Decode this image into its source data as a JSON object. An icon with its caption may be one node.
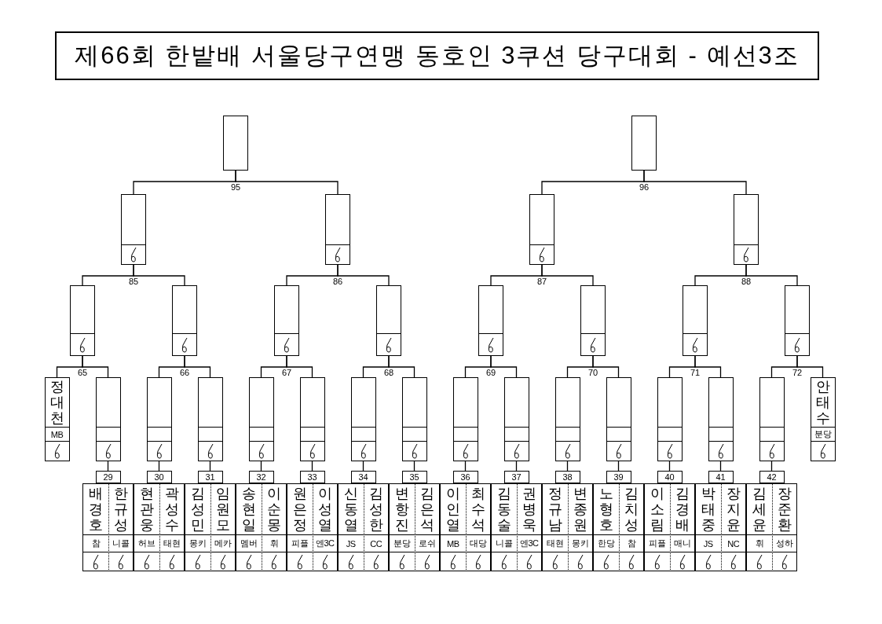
{
  "diagram": {
    "title": "제66회 한밭배 서울당구연맹 동호인 3쿠션 당구대회 - 예선3조",
    "nodes": [
      {
        "text": [],
        "shape": "box"
      },
      {
        "text": [],
        "shape": "box"
      },
      {
        "text": [],
        "shape": "box"
      },
      {
        "text": [],
        "shape": "box"
      },
      {
        "text": [],
        "shape": "box"
      },
      {
        "text": [],
        "shape": "box"
      },
      {
        "text": [],
        "shape": "box"
      },
      {
        "text": [],
        "shape": "box"
      },
      {
        "text": [],
        "shape": "box"
      },
      {
        "text": [],
        "shape": "box"
      },
      {
        "text": [],
        "shape": "box"
      },
      {
        "text": [],
        "shape": "box"
      },
      {
        "text": [],
        "shape": "box"
      },
      {
        "text": [],
        "shape": "box"
      },
      {
        "text": [
          "정대천",
          "MB"
        ]
      },
      {
        "text": [],
        "shape": "box"
      },
      {
        "text": [],
        "shape": "box"
      },
      {
        "text": [],
        "shape": "box"
      },
      {
        "text": [],
        "shape": "box"
      },
      {
        "text": [],
        "shape": "box"
      },
      {
        "text": [],
        "shape": "box"
      },
      {
        "text": [],
        "shape": "box"
      },
      {
        "text": [],
        "shape": "box"
      },
      {
        "text": [],
        "shape": "box"
      },
      {
        "text": [],
        "shape": "box"
      },
      {
        "text": [],
        "shape": "box"
      },
      {
        "text": [],
        "shape": "box"
      },
      {
        "text": [],
        "shape": "box"
      },
      {
        "text": [],
        "shape": "box"
      },
      {
        "text": [
          "안태수",
          "분당"
        ]
      },
      {
        "text": [
          "29"
        ]
      },
      {
        "text": [
          "30"
        ]
      },
      {
        "text": [
          "31"
        ]
      },
      {
        "text": [
          "32"
        ]
      },
      {
        "text": [
          "33"
        ]
      },
      {
        "text": [
          "34"
        ]
      },
      {
        "text": [
          "35"
        ]
      },
      {
        "text": [
          "36"
        ]
      },
      {
        "text": [
          "37"
        ]
      },
      {
        "text": [
          "38"
        ]
      },
      {
        "text": [
          "39"
        ]
      },
      {
        "text": [
          "40"
        ]
      },
      {
        "text": [
          "41"
        ]
      },
      {
        "text": [
          "42"
        ]
      },
      {
        "text": [
          "배경호",
          "참"
        ]
      },
      {
        "text": [
          "한규성",
          "니콜"
        ]
      },
      {
        "text": [
          "현관웅",
          "허브"
        ]
      },
      {
        "text": [
          "곽성수",
          "태현"
        ]
      },
      {
        "text": [
          "김성민",
          "몽키"
        ]
      },
      {
        "text": [
          "임원모",
          "메카"
        ]
      },
      {
        "text": [
          "송현일",
          "멤버"
        ]
      },
      {
        "text": [
          "이순몽",
          "휘"
        ]
      },
      {
        "text": [
          "원은정",
          "피플"
        ]
      },
      {
        "text": [
          "이성열",
          "엔3C"
        ]
      },
      {
        "text": [
          "신동열",
          "JS"
        ]
      },
      {
        "text": [
          "김성한",
          "CC"
        ]
      },
      {
        "text": [
          "변항진",
          "분당"
        ]
      },
      {
        "text": [
          "김은석",
          "로쉬"
        ]
      },
      {
        "text": [
          "이인열",
          "MB"
        ]
      },
      {
        "text": [
          "최수석",
          "대당"
        ]
      },
      {
        "text": [
          "김동술",
          "니콜"
        ]
      },
      {
        "text": [
          "권병욱",
          "엔3C"
        ]
      },
      {
        "text": [
          "정규남",
          "태현"
        ]
      },
      {
        "text": [
          "변종원",
          "몽키"
        ]
      },
      {
        "text": [
          "노형호",
          "한당"
        ]
      },
      {
        "text": [
          "김치성",
          "참"
        ]
      },
      {
        "text": [
          "이소림",
          "피플"
        ]
      },
      {
        "text": [
          "김경배",
          "매니"
        ]
      },
      {
        "text": [
          "박태중",
          "JS"
        ]
      },
      {
        "text": [
          "장지윤",
          "NC"
        ]
      },
      {
        "text": [
          "김세윤",
          "휘"
        ]
      },
      {
        "text": [
          "장준환",
          "성하"
        ]
      }
    ],
    "edges": [
      {
        "from": 2,
        "to": 0,
        "arrow": "none",
        "label": "95"
      },
      {
        "from": 3,
        "to": 0,
        "arrow": "none"
      },
      {
        "from": 4,
        "to": 1,
        "arrow": "none",
        "label": "96"
      },
      {
        "from": 5,
        "to": 1,
        "arrow": "none"
      },
      {
        "from": 6,
        "to": 2,
        "arrow": "none",
        "label": "85"
      },
      {
        "from": 7,
        "to": 2,
        "arrow": "none"
      },
      {
        "from": 8,
        "to": 3,
        "arrow": "none",
        "label": "86"
      },
      {
        "from": 9,
        "to": 3,
        "arrow": "none"
      },
      {
        "from": 10,
        "to": 4,
        "arrow": "none",
        "label": "87"
      },
      {
        "from": 11,
        "to": 4,
        "arrow": "none"
      },
      {
        "from": 12,
        "to": 5,
        "arrow": "none",
        "label": "88"
      },
      {
        "from": 13,
        "to": 5,
        "arrow": "none"
      },
      {
        "from": 14,
        "to": 6,
        "arrow": "none",
        "label": "65"
      },
      {
        "from": 15,
        "to": 6,
        "arrow": "none"
      },
      {
        "from": 16,
        "to": 7,
        "arrow": "none",
        "label": "66"
      },
      {
        "from": 17,
        "to": 7,
        "arrow": "none"
      },
      {
        "from": 18,
        "to": 8,
        "arrow": "none",
        "label": "67"
      },
      {
        "from": 19,
        "to": 8,
        "arrow": "none"
      },
      {
        "from": 20,
        "to": 9,
        "arrow": "none",
        "label": "68"
      },
      {
        "from": 21,
        "to": 9,
        "arrow": "none"
      },
      {
        "from": 22,
        "to": 10,
        "arrow": "none",
        "label": "69"
      },
      {
        "from": 23,
        "to": 10,
        "arrow": "none"
      },
      {
        "from": 24,
        "to": 11,
        "arrow": "none",
        "label": "70"
      },
      {
        "from": 25,
        "to": 11,
        "arrow": "none"
      },
      {
        "from": 26,
        "to": 12,
        "arrow": "none",
        "label": "71"
      },
      {
        "from": 27,
        "to": 12,
        "arrow": "none"
      },
      {
        "from": 28,
        "to": 13,
        "arrow": "none",
        "label": "72"
      },
      {
        "from": 29,
        "to": 13,
        "arrow": "none"
      },
      {
        "from": 30,
        "to": 15,
        "arrow": "none"
      },
      {
        "from": 31,
        "to": 16,
        "arrow": "none"
      },
      {
        "from": 32,
        "to": 17,
        "arrow": "none"
      },
      {
        "from": 33,
        "to": 18,
        "arrow": "none"
      },
      {
        "from": 34,
        "to": 19,
        "arrow": "none"
      },
      {
        "from": 35,
        "to": 20,
        "arrow": "none"
      },
      {
        "from": 36,
        "to": 21,
        "arrow": "none"
      },
      {
        "from": 37,
        "to": 22,
        "arrow": "none"
      },
      {
        "from": 38,
        "to": 23,
        "arrow": "none"
      },
      {
        "from": 39,
        "to": 24,
        "arrow": "none"
      },
      {
        "from": 40,
        "to": 25,
        "arrow": "none"
      },
      {
        "from": 41,
        "to": 26,
        "arrow": "none"
      },
      {
        "from": 42,
        "to": 27,
        "arrow": "none"
      },
      {
        "from": 43,
        "to": 28,
        "arrow": "none"
      }
    ]
  }
}
